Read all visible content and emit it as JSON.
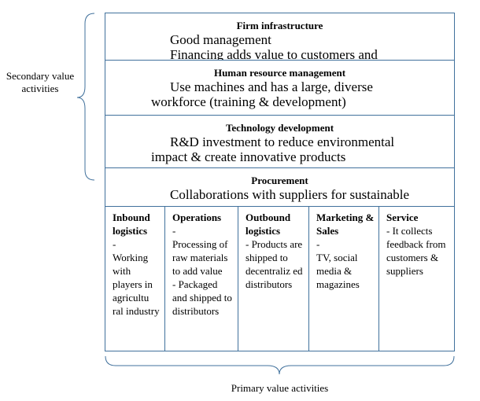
{
  "left_label": "Secondary value activities",
  "bottom_label": "Primary value activities",
  "support": [
    {
      "title": "Firm infrastructure",
      "line1": "Good management",
      "line2": "Financing adds value to customers and"
    },
    {
      "title": "Human resource management",
      "line1": "Use machines and has a large, diverse",
      "line2": "workforce (training & development)"
    },
    {
      "title": "Technology development",
      "line1": "R&D investment to reduce environmental",
      "line2": "impact & create innovative products"
    },
    {
      "title": "Procurement",
      "line1": "Collaborations with suppliers for sustainable",
      "line2": ""
    }
  ],
  "primary": [
    {
      "title": "Inbound logistics",
      "body": "-\nWorking with players in agricultu ral industry"
    },
    {
      "title": "Operations",
      "body": "-\nProcessing of raw materials to add value\n- Packaged and shipped to distributors"
    },
    {
      "title": "Outbound logistics",
      "body": "- Products are shipped to decentraliz ed distributors"
    },
    {
      "title": "Marketing & Sales",
      "body": "-\nTV, social media & magazines"
    },
    {
      "title": "Service",
      "body": "- It collects feedback from customers & suppliers"
    }
  ],
  "colors": {
    "border": "#41719c",
    "brace": "#41719c"
  }
}
